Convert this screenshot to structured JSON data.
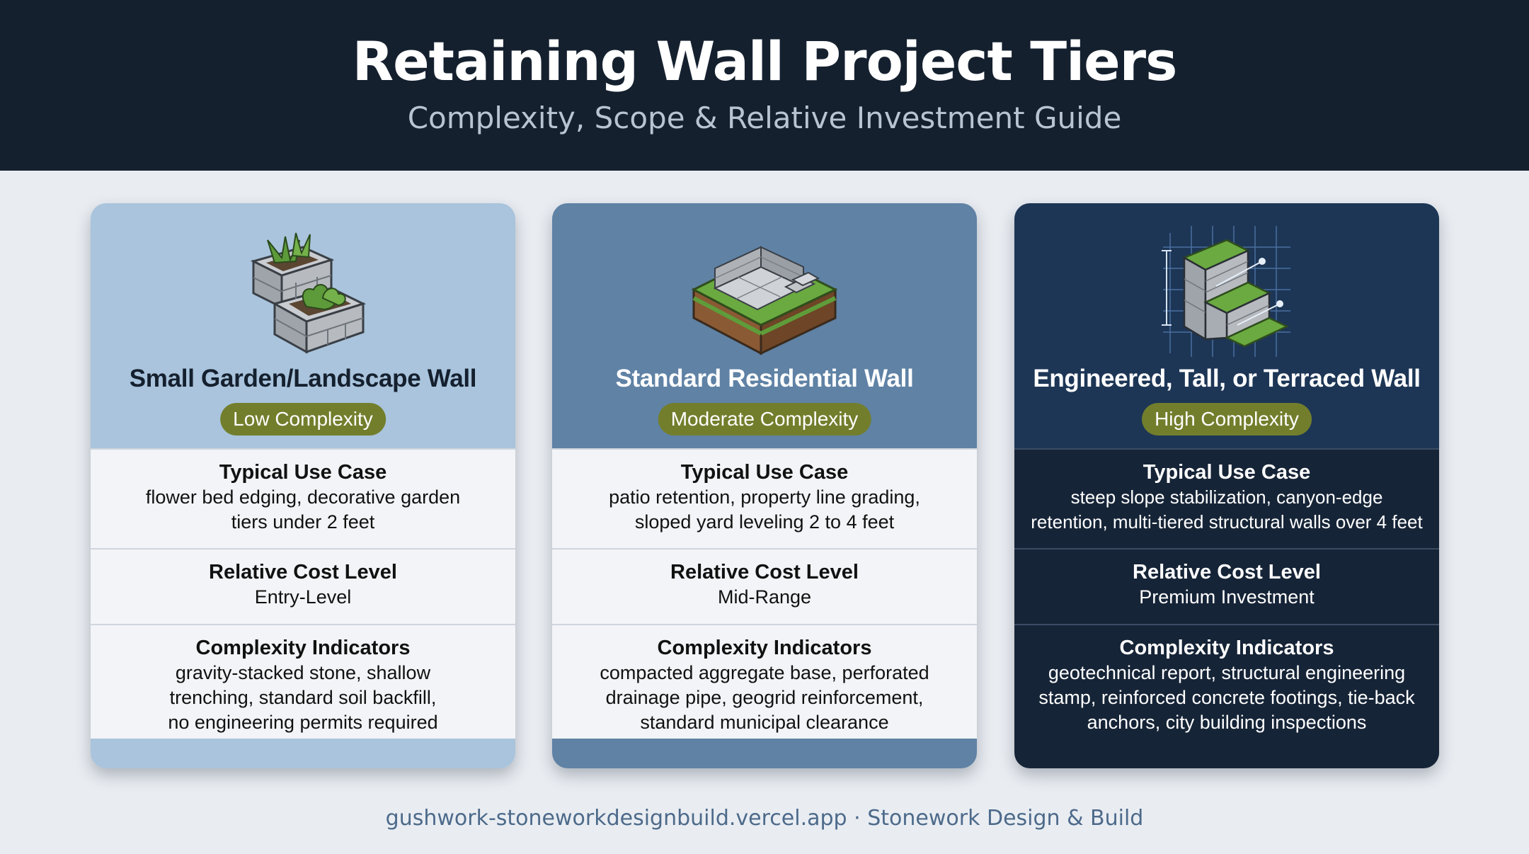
{
  "header": {
    "title": "Retaining Wall Project Tiers",
    "subtitle": "Complexity, Scope & Relative Investment Guide"
  },
  "cards": [
    {
      "icon": "raised-garden-bed-icon",
      "title": "Small Garden/Landscape Wall",
      "badge": "Low Complexity",
      "use_case_heading": "Typical Use Case",
      "use_case_lines": [
        "flower bed edging, decorative garden",
        "tiers under 2 feet"
      ],
      "cost_heading": "Relative Cost Level",
      "cost_value": "Entry-Level",
      "indicators_heading": "Complexity Indicators",
      "indicators_lines": [
        "gravity-stacked stone, shallow",
        "trenching, standard soil backfill,",
        "no engineering permits required"
      ]
    },
    {
      "icon": "residential-retaining-wall-icon",
      "title": "Standard Residential Wall",
      "badge": "Moderate Complexity",
      "use_case_heading": "Typical Use Case",
      "use_case_lines": [
        "patio retention, property line grading,",
        "sloped yard leveling 2 to 4 feet"
      ],
      "cost_heading": "Relative Cost Level",
      "cost_value": "Mid-Range",
      "indicators_heading": "Complexity Indicators",
      "indicators_lines": [
        "compacted aggregate base, perforated",
        "drainage pipe, geogrid reinforcement,",
        "standard municipal clearance"
      ]
    },
    {
      "icon": "engineered-terraced-wall-blueprint-icon",
      "title": "Engineered, Tall, or Terraced Wall",
      "badge": "High Complexity",
      "use_case_heading": "Typical Use Case",
      "use_case_lines": [
        "steep slope stabilization, canyon-edge",
        "retention, multi-tiered structural walls over 4 feet"
      ],
      "cost_heading": "Relative Cost Level",
      "cost_value": "Premium Investment",
      "indicators_heading": "Complexity Indicators",
      "indicators_lines": [
        "geotechnical report, structural engineering",
        "stamp, reinforced concrete footings, tie-back",
        "anchors, city building inspections"
      ]
    }
  ],
  "footer": {
    "text": "gushwork-stoneworkdesignbuild.vercel.app · Stonework Design & Build"
  },
  "colors": {
    "header_bg": "#15202f",
    "badge_bg": "#737e2c",
    "card1_accent": "#a9c4dc",
    "card2_accent": "#5f82a5",
    "card3_accent": "#1d3656",
    "page_bg": "#e9edf2"
  }
}
